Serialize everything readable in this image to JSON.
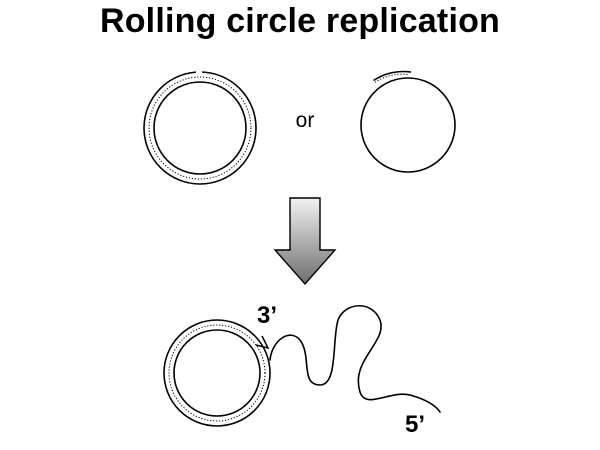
{
  "title": "Rolling circle replication",
  "labels": {
    "or": "or",
    "three_prime": "3’",
    "five_prime": "5’"
  },
  "colors": {
    "stroke": "#000000",
    "arrow_light": "#f2f2f2",
    "arrow_dark": "#6e6e6e"
  }
}
